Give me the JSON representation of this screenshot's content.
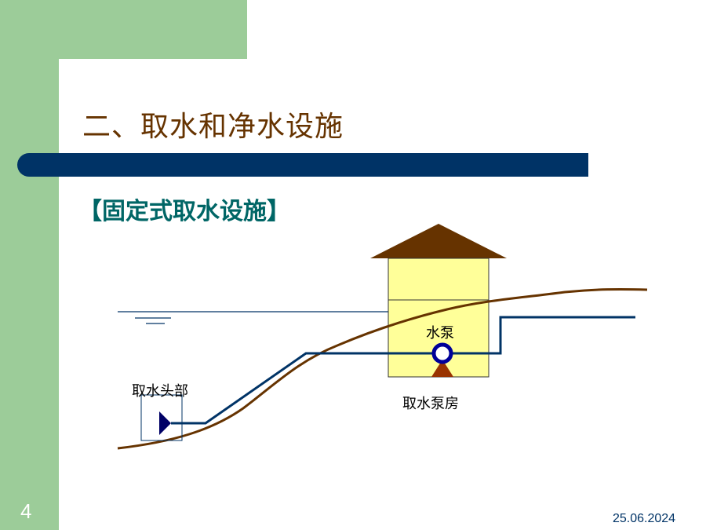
{
  "slide": {
    "title": "二、取水和净水设施",
    "subtitle": "【固定式取水设施】",
    "page_number": "4",
    "date": "25.06.2024"
  },
  "diagram": {
    "labels": {
      "intake_head": "取水头部",
      "pump": "水泵",
      "pump_house": "取水泵房"
    },
    "colors": {
      "theme_green": "#9ccc99",
      "title_bar": "#003366",
      "title_text": "#663300",
      "subtitle_text": "#006666",
      "ground_line": "#663300",
      "pipe": "#003366",
      "roof": "#663300",
      "house_wall": "#ffff99",
      "pump": "#000099",
      "pump_base": "#993300"
    }
  }
}
